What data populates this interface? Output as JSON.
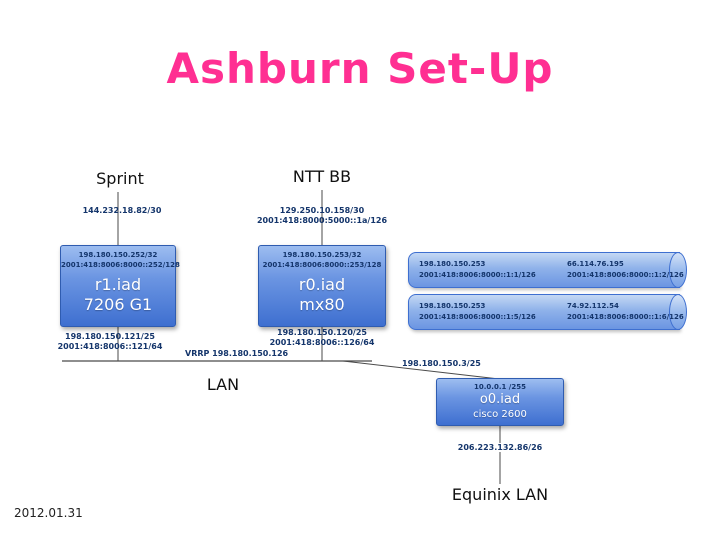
{
  "title": "Ashburn Set-Up",
  "date": "2012.01.31",
  "uplinks": {
    "sprint_label": "Sprint",
    "sprint_ip": "144.232.18.82/30",
    "ntt_label": "NTT BB",
    "ntt_ip4": "129.250.10.158/30",
    "ntt_ip6": "2001:418:8000:5000::1a/126"
  },
  "routers": {
    "r1": {
      "wan_ip4": "198.180.150.252/32",
      "wan_ip6": "2001:418:8006:8000::252/128",
      "name": "r1.iad",
      "model": "7206 G1",
      "lan_ip4": "198.180.150.121/25",
      "lan_ip6": "2001:418:8006::121/64"
    },
    "r0": {
      "wan_ip4": "198.180.150.253/32",
      "wan_ip6": "2001:418:8006:8000::253/128",
      "name": "r0.iad",
      "model": "mx80",
      "lan_ip4": "198.180.150.120/25",
      "lan_ip6": "2001:418:8006::126/64"
    },
    "o0": {
      "loopback": "10.0.0.1 /255",
      "name": "o0.iad",
      "model": "cisco 2600",
      "lan_ip": "198.180.150.3/25",
      "downlink_ip": "206.223.132.86/26"
    }
  },
  "tunnels": [
    {
      "left_ip4": "198.180.150.253",
      "left_ip6": "2001:418:8006:8000::1:1/126",
      "right_ip4": "66.114.76.195",
      "right_ip6": "2001:418:8006:8000::1:2/126"
    },
    {
      "left_ip4": "198.180.150.253",
      "left_ip6": "2001:418:8006:8000::1:5/126",
      "right_ip4": "74.92.112.54",
      "right_ip6": "2001:418:8006:8000::1:6/126"
    }
  ],
  "lan": {
    "label": "LAN",
    "vrrp": "VRRP 198.180.150.126"
  },
  "equinix_label": "Equinix LAN",
  "colors": {
    "title_pink": "#ff2f92",
    "box_blue": "#3e6fd0",
    "navy_text": "#14356b"
  }
}
